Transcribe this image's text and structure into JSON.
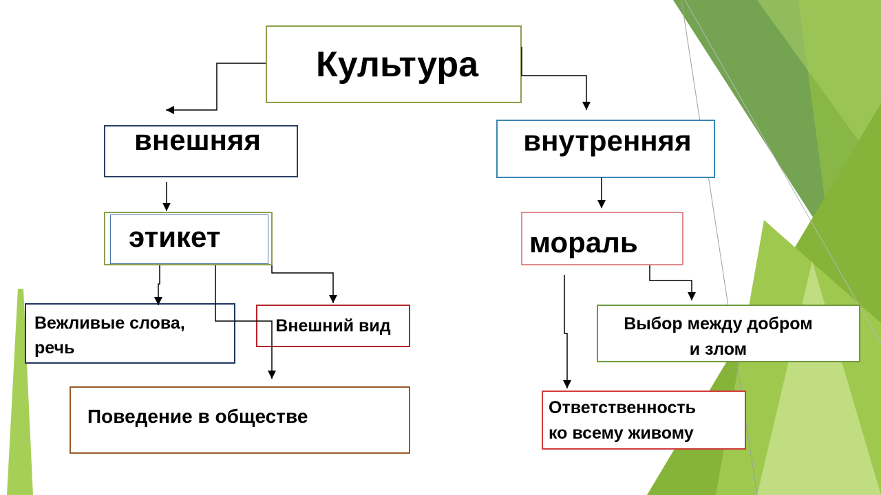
{
  "diagram": {
    "root": {
      "label": "Культура"
    },
    "branches": {
      "external": {
        "label": "внешняя"
      },
      "internal": {
        "label": "внутренняя"
      }
    },
    "external_children": {
      "etiquette": {
        "label": "этикет"
      },
      "polite_words": {
        "label": "Вежливые слова,\nречь"
      },
      "appearance": {
        "label": "Внешний вид"
      },
      "behavior": {
        "label": "Поведение в обществе"
      }
    },
    "internal_children": {
      "morality": {
        "label": "мораль"
      },
      "choice": {
        "label": "Выбор между добром\nи злом"
      },
      "responsibility": {
        "label": "Ответственность\nко всему живому"
      }
    }
  },
  "colors": {
    "accent_green": "#8ab83a",
    "dark_green": "#5f8f3a",
    "light_green": "#b9d97a",
    "connector": "#000000"
  }
}
